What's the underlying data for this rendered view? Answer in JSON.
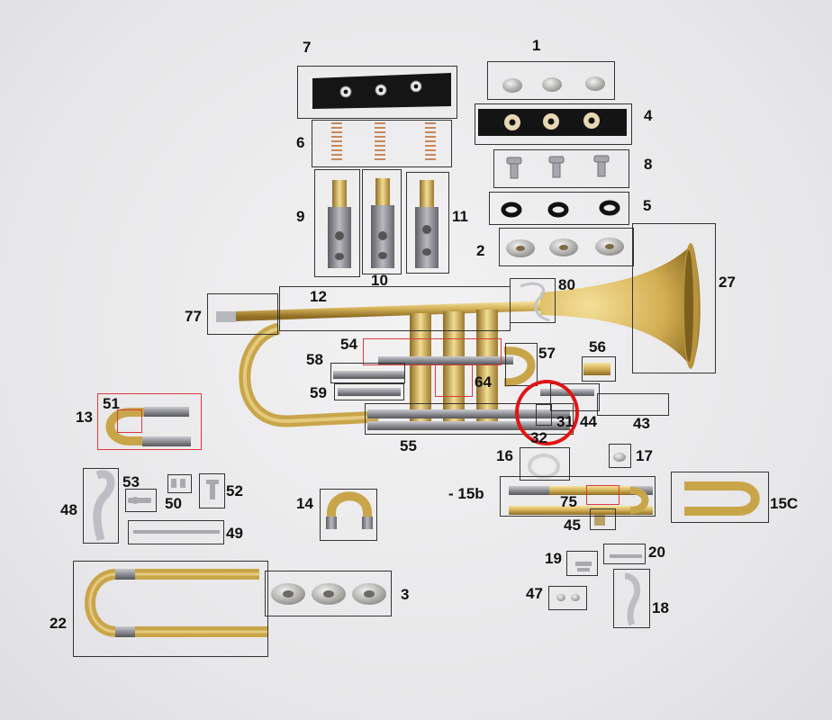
{
  "diagram": {
    "labels": {
      "p1": "1",
      "p2": "2",
      "p3": "3",
      "p4": "4",
      "p5": "5",
      "p6": "6",
      "p7": "7",
      "p8": "8",
      "p9": "9",
      "p10": "10",
      "p11": "11",
      "p12": "12",
      "p13": "13",
      "p14": "14",
      "p15b": "- 15b",
      "p15c": "15C",
      "p16": "16",
      "p17": "17",
      "p18": "18",
      "p19": "19",
      "p20": "20",
      "p22": "22",
      "p27": "27",
      "p31": "31",
      "p32": "32",
      "p43": "43",
      "p44": "44",
      "p45": "45",
      "p47": "47",
      "p48": "48",
      "p49": "49",
      "p50": "50",
      "p51": "51",
      "p52": "52",
      "p53": "53",
      "p54": "54",
      "p55": "55",
      "p56": "56",
      "p57": "57",
      "p58": "58",
      "p59": "59",
      "p64": "64",
      "p75": "75",
      "p77": "77",
      "p80": "80"
    },
    "colors": {
      "brass": "#d6b45a",
      "brass_dark": "#9c7a2c",
      "steel": "#8e8f94",
      "box": "#333333",
      "highlight": "#d93a3a",
      "ring": "#e01515"
    }
  }
}
